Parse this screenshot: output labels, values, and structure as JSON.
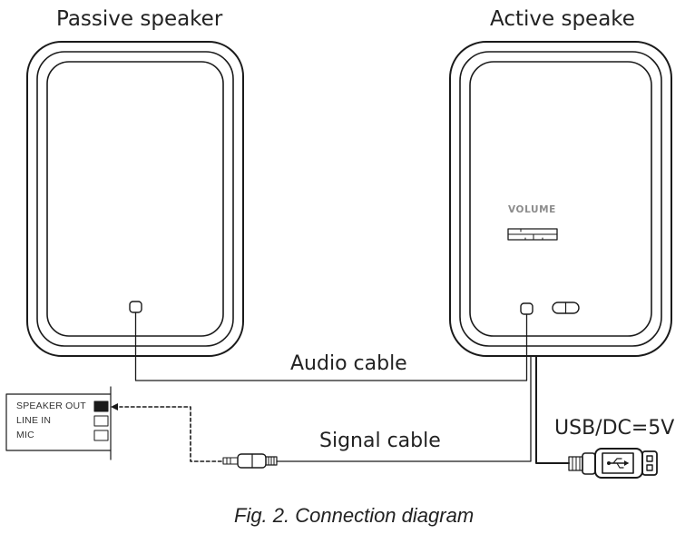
{
  "figure": {
    "caption": "Fig. 2. Connection diagram"
  },
  "speakers": {
    "passive": {
      "label": "Passive speaker"
    },
    "active": {
      "label": "Active speake",
      "volume_label": "VOLUME"
    }
  },
  "cables": {
    "audio": "Audio cable",
    "signal": "Signal cable",
    "power": "USB/DC=5V"
  },
  "source_panel": {
    "ports": [
      {
        "label": "SPEAKER OUT",
        "active": true
      },
      {
        "label": "LINE IN",
        "active": false
      },
      {
        "label": "MIC",
        "active": false
      }
    ]
  },
  "colors": {
    "line": "#1a1a1a",
    "text": "#222222",
    "muted": "#8c8c8c"
  }
}
